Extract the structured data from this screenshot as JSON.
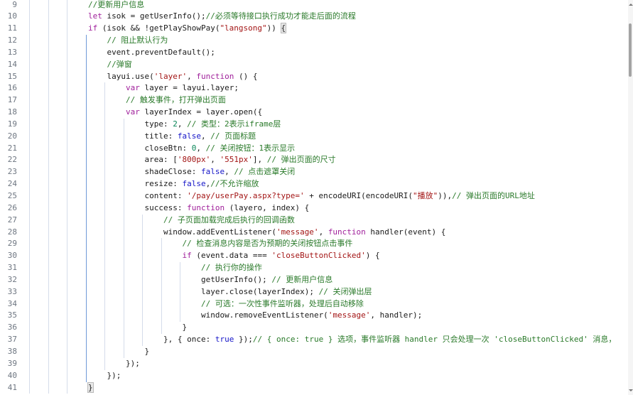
{
  "editor": {
    "scroll_position_fraction": 0.06,
    "colors": {
      "keyword": "#a0209b",
      "string": "#a31515",
      "comment": "#2a7a2a",
      "number": "#098658",
      "boolean": "#1515c8",
      "text": "#1a1a1a",
      "active_guide": "#6f9ad8"
    },
    "lines": [
      {
        "n": "9",
        "indent": 3,
        "tokens": [
          [
            "c",
            "//更新用户信息"
          ]
        ]
      },
      {
        "n": "10",
        "indent": 3,
        "tokens": [
          [
            "k",
            "let"
          ],
          [
            "t",
            " isok = getUserInfo();"
          ],
          [
            "c",
            "//必须等待接口执行成功才能走后面的流程"
          ]
        ]
      },
      {
        "n": "11",
        "indent": 3,
        "tokens": [
          [
            "k",
            "if"
          ],
          [
            "t",
            " (isok && !getPlayShowPay("
          ],
          [
            "s",
            "\"langsong\""
          ],
          [
            "t",
            ")) "
          ],
          [
            "br",
            "{"
          ]
        ]
      },
      {
        "n": "12",
        "indent": 4,
        "tokens": [
          [
            "c",
            "// 阻止默认行为"
          ]
        ]
      },
      {
        "n": "13",
        "indent": 4,
        "tokens": [
          [
            "t",
            "event.preventDefault();"
          ]
        ]
      },
      {
        "n": "14",
        "indent": 4,
        "tokens": [
          [
            "c",
            "//弹窗"
          ]
        ]
      },
      {
        "n": "15",
        "indent": 4,
        "tokens": [
          [
            "t",
            "layui.use("
          ],
          [
            "s",
            "'layer'"
          ],
          [
            "t",
            ", "
          ],
          [
            "k",
            "function"
          ],
          [
            "t",
            " () {"
          ]
        ]
      },
      {
        "n": "16",
        "indent": 5,
        "tokens": [
          [
            "k",
            "var"
          ],
          [
            "t",
            " layer = layui.layer;"
          ]
        ]
      },
      {
        "n": "17",
        "indent": 5,
        "tokens": [
          [
            "c",
            "// 触发事件，打开弹出页面"
          ]
        ]
      },
      {
        "n": "18",
        "indent": 5,
        "tokens": [
          [
            "k",
            "var"
          ],
          [
            "t",
            " layerIndex = layer.open({"
          ]
        ]
      },
      {
        "n": "19",
        "indent": 6,
        "tokens": [
          [
            "t",
            "type: "
          ],
          [
            "n",
            "2"
          ],
          [
            "t",
            ", "
          ],
          [
            "c",
            "// 类型：2表示iframe层"
          ]
        ]
      },
      {
        "n": "20",
        "indent": 6,
        "tokens": [
          [
            "t",
            "title: "
          ],
          [
            "b",
            "false"
          ],
          [
            "t",
            ", "
          ],
          [
            "c",
            "// 页面标题"
          ]
        ]
      },
      {
        "n": "21",
        "indent": 6,
        "tokens": [
          [
            "t",
            "closeBtn: "
          ],
          [
            "n",
            "0"
          ],
          [
            "t",
            ", "
          ],
          [
            "c",
            "// 关闭按钮：1表示显示"
          ]
        ]
      },
      {
        "n": "22",
        "indent": 6,
        "tokens": [
          [
            "t",
            "area: ["
          ],
          [
            "s",
            "'800px'"
          ],
          [
            "t",
            ", "
          ],
          [
            "s",
            "'551px'"
          ],
          [
            "t",
            "], "
          ],
          [
            "c",
            "// 弹出页面的尺寸"
          ]
        ]
      },
      {
        "n": "23",
        "indent": 6,
        "tokens": [
          [
            "t",
            "shadeClose: "
          ],
          [
            "b",
            "false"
          ],
          [
            "t",
            ", "
          ],
          [
            "c",
            "// 点击遮罩关闭"
          ]
        ]
      },
      {
        "n": "24",
        "indent": 6,
        "tokens": [
          [
            "t",
            "resize: "
          ],
          [
            "b",
            "false"
          ],
          [
            "t",
            ","
          ],
          [
            "c",
            "//不允许缩放"
          ]
        ]
      },
      {
        "n": "25",
        "indent": 6,
        "tokens": [
          [
            "t",
            "content: "
          ],
          [
            "s",
            "'/pay/userPay.aspx?type='"
          ],
          [
            "t",
            " + encodeURI(encodeURI("
          ],
          [
            "s",
            "\"播放\""
          ],
          [
            "t",
            ")),"
          ],
          [
            "c",
            "// 弹出页面的URL地址"
          ]
        ]
      },
      {
        "n": "26",
        "indent": 6,
        "tokens": [
          [
            "t",
            "success: "
          ],
          [
            "k",
            "function"
          ],
          [
            "t",
            " (layero, index) {"
          ]
        ]
      },
      {
        "n": "27",
        "indent": 7,
        "tokens": [
          [
            "c",
            "// 子页面加载完成后执行的回调函数"
          ]
        ]
      },
      {
        "n": "28",
        "indent": 7,
        "tokens": [
          [
            "t",
            "window.addEventListener("
          ],
          [
            "s",
            "'message'"
          ],
          [
            "t",
            ", "
          ],
          [
            "k",
            "function"
          ],
          [
            "t",
            " handler(event) {"
          ]
        ]
      },
      {
        "n": "29",
        "indent": 8,
        "tokens": [
          [
            "c",
            "// 检查消息内容是否为预期的关闭按钮点击事件"
          ]
        ]
      },
      {
        "n": "30",
        "indent": 8,
        "tokens": [
          [
            "k",
            "if"
          ],
          [
            "t",
            " (event.data === "
          ],
          [
            "s",
            "'closeButtonClicked'"
          ],
          [
            "t",
            ") {"
          ]
        ]
      },
      {
        "n": "31",
        "indent": 9,
        "tokens": [
          [
            "c",
            "// 执行你的操作"
          ]
        ]
      },
      {
        "n": "32",
        "indent": 9,
        "tokens": [
          [
            "t",
            "getUserInfo(); "
          ],
          [
            "c",
            "// 更新用户信息"
          ]
        ]
      },
      {
        "n": "33",
        "indent": 9,
        "tokens": [
          [
            "t",
            "layer.close(layerIndex); "
          ],
          [
            "c",
            "// 关闭弹出层"
          ]
        ]
      },
      {
        "n": "34",
        "indent": 9,
        "tokens": [
          [
            "c",
            "// 可选：一次性事件监听器，处理后自动移除"
          ]
        ]
      },
      {
        "n": "35",
        "indent": 9,
        "tokens": [
          [
            "t",
            "window.removeEventListener("
          ],
          [
            "s",
            "'message'"
          ],
          [
            "t",
            ", handler);"
          ]
        ]
      },
      {
        "n": "36",
        "indent": 8,
        "tokens": [
          [
            "t",
            "}"
          ]
        ]
      },
      {
        "n": "37",
        "indent": 7,
        "tokens": [
          [
            "t",
            "}, { once: "
          ],
          [
            "b",
            "true"
          ],
          [
            "t",
            " });"
          ],
          [
            "c",
            "// { once: true } 选项，事件监听器 handler 只会处理一次 'closeButtonClicked' 消息，"
          ]
        ]
      },
      {
        "n": "38",
        "indent": 6,
        "tokens": [
          [
            "t",
            "}"
          ]
        ]
      },
      {
        "n": "39",
        "indent": 5,
        "tokens": [
          [
            "t",
            "});"
          ]
        ]
      },
      {
        "n": "40",
        "indent": 4,
        "tokens": [
          [
            "t",
            "});"
          ]
        ]
      },
      {
        "n": "41",
        "indent": 3,
        "tokens": [
          [
            "br",
            "}"
          ]
        ]
      }
    ]
  }
}
